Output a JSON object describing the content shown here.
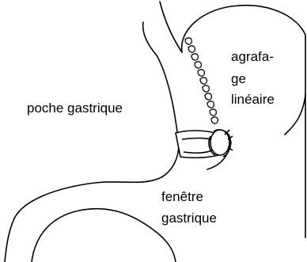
{
  "labels": {
    "pouch": "poche gastrique",
    "staple_line": [
      "agrafa-",
      "ge",
      "linéaire"
    ],
    "window": [
      "fenêtre",
      "gastrique"
    ]
  },
  "colors": {
    "line": "#000000",
    "background": "#ffffff"
  }
}
